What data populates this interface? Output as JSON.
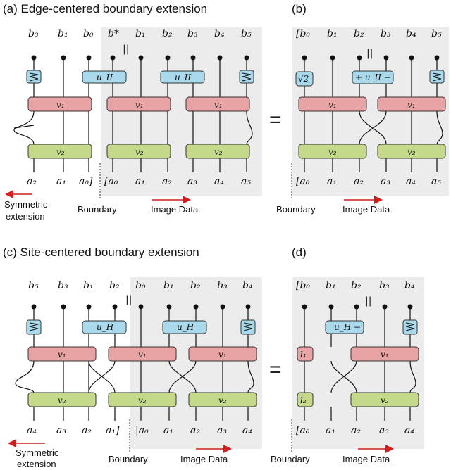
{
  "panels": {
    "a": {
      "title": "(a) Edge-centered boundary extension",
      "top": [
        "b₃",
        "b₁",
        "b₀",
        "b*",
        "b₁",
        "b₂",
        "b₃",
        "b₄",
        "b₅"
      ],
      "bottom": [
        "a₂",
        "a₁",
        "a₀]",
        "[a₀",
        "a₁",
        "a₂",
        "a₃",
        "a₄",
        "a₅"
      ],
      "u": "u_II",
      "v1": "v₁",
      "v2": "v₂"
    },
    "b": {
      "title": "(b)",
      "top": [
        "[b₀",
        "b₁",
        "b₂",
        "b₃",
        "b₄",
        "b₅"
      ],
      "bottom": [
        "[a₀",
        "a₁",
        "a₂",
        "a₃",
        "a₄",
        "a₅"
      ],
      "sqrt": "√2",
      "u": "+ u_II −",
      "v1": "v₁",
      "v2": "v₂"
    },
    "c": {
      "title": "(c) Site-centered boundary extension",
      "top": [
        "b₅",
        "b₃",
        "b₁",
        "b₂",
        "b₀",
        "b₁",
        "b₂",
        "b₃",
        "b₄"
      ],
      "bottom": [
        "a₄",
        "a₃",
        "a₂",
        "a₁]",
        "|a₀",
        "a₁",
        "a₂",
        "a₃",
        "a₄"
      ],
      "u": "u_H",
      "v1": "v₁",
      "v2": "v₂"
    },
    "d": {
      "title": "(d)",
      "top": [
        "[b₀",
        "b₁",
        "b₂",
        "b₃",
        "b₄"
      ],
      "bottom": [
        "[a₀",
        "a₁",
        "a₂",
        "a₃",
        "a₄"
      ],
      "u": "u_H −",
      "l1": "l₁",
      "l2": "l₂",
      "v1": "v₁",
      "v2": "v₂"
    }
  },
  "labels": {
    "boundary": "Boundary",
    "image_data": "Image Data",
    "symmetric_1": "Symmetric",
    "symmetric_2": "extension",
    "equals": "=",
    "parallel": "||"
  },
  "colors": {
    "red_gate": "#e8a4a4",
    "green_gate": "#c5d98a",
    "blue_gate": "#a9d9ea",
    "gray_bg": "#ececec",
    "arrow": "#d11f1f"
  }
}
